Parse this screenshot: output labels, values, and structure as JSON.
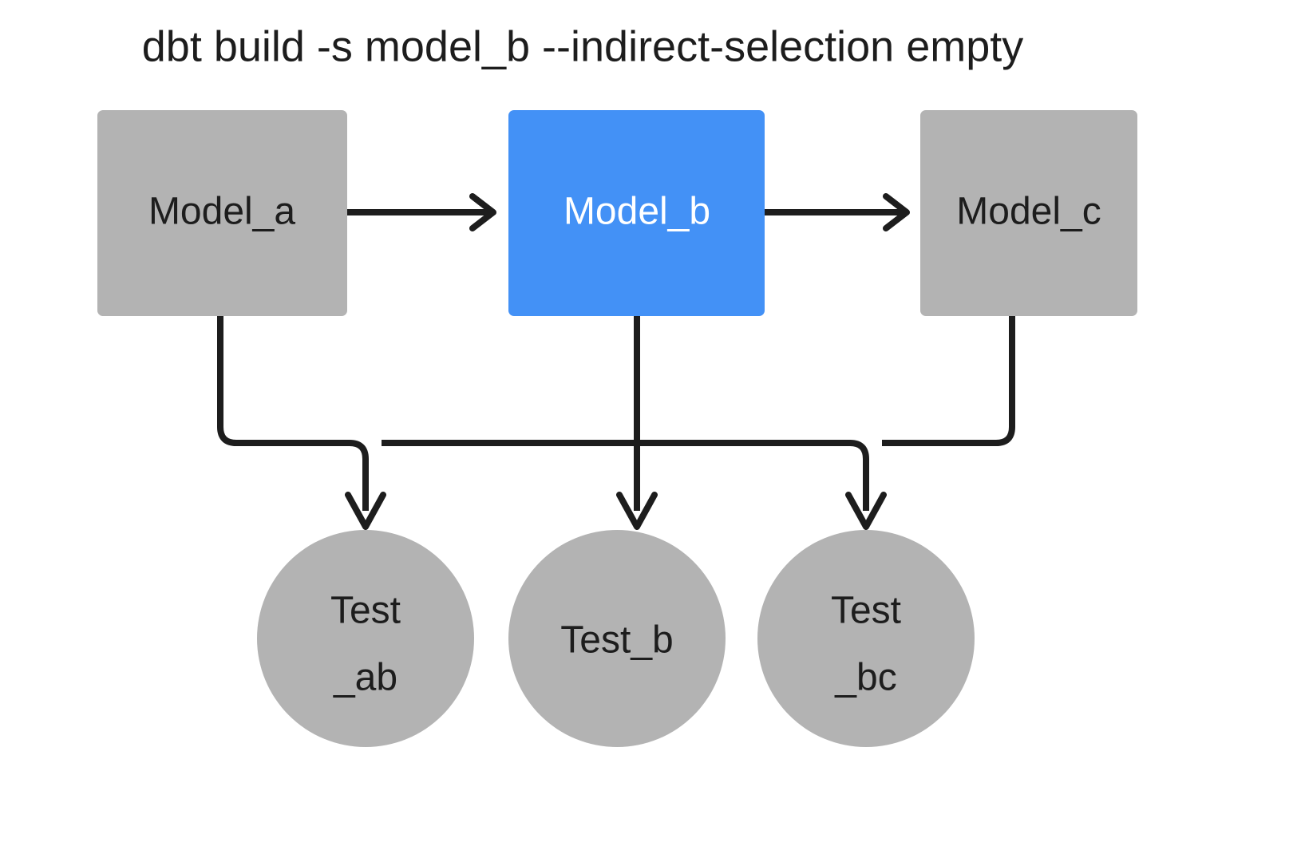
{
  "diagram": {
    "title": "dbt build -s model_b --indirect-selection empty",
    "background_color": "#FFFFFF",
    "colors": {
      "node_default": "#B3B3B3",
      "node_selected": "#4391F6",
      "edge": "#1D1D1D",
      "label_default": "#1D1D1D",
      "label_on_selected": "#FFFFFF"
    },
    "models": [
      {
        "id": "model_a",
        "label": "Model_a",
        "shape": "rectangle",
        "state": "not-selected",
        "fill": "#B3B3B3",
        "text_color": "#1D1D1D"
      },
      {
        "id": "model_b",
        "label": "Model_b",
        "shape": "rectangle",
        "state": "selected",
        "fill": "#4391F6",
        "text_color": "#FFFFFF"
      },
      {
        "id": "model_c",
        "label": "Model_c",
        "shape": "rectangle",
        "state": "not-selected",
        "fill": "#B3B3B3",
        "text_color": "#1D1D1D"
      }
    ],
    "tests": [
      {
        "id": "test_ab",
        "label": "Test\n_ab",
        "label_line1": "Test",
        "label_line2": "_ab",
        "shape": "circle",
        "state": "not-selected",
        "fill": "#B3B3B3",
        "text_color": "#1D1D1D"
      },
      {
        "id": "test_b",
        "label": "Test_b",
        "label_line1": "Test_b",
        "label_line2": "",
        "shape": "circle",
        "state": "not-selected",
        "fill": "#B3B3B3",
        "text_color": "#1D1D1D"
      },
      {
        "id": "test_bc",
        "label": "Test\n_bc",
        "label_line1": "Test",
        "label_line2": "_bc",
        "shape": "circle",
        "state": "not-selected",
        "fill": "#B3B3B3",
        "text_color": "#1D1D1D"
      }
    ],
    "edges": [
      {
        "id": "edge-model-a-model-b",
        "from": "model_a",
        "to": "model_b",
        "style": "straight-arrow"
      },
      {
        "id": "edge-model-b-model-c",
        "from": "model_b",
        "to": "model_c",
        "style": "straight-arrow"
      },
      {
        "id": "edge-model-a-test-ab",
        "from": "model_a",
        "to": "test_ab",
        "style": "elbow-arrow"
      },
      {
        "id": "edge-model-b-test-ab",
        "from": "model_b",
        "to": "test_ab",
        "style": "elbow-arrow"
      },
      {
        "id": "edge-model-b-test-b",
        "from": "model_b",
        "to": "test_b",
        "style": "straight-arrow"
      },
      {
        "id": "edge-model-b-test-bc",
        "from": "model_b",
        "to": "test_bc",
        "style": "elbow-arrow"
      },
      {
        "id": "edge-model-c-test-bc",
        "from": "model_c",
        "to": "test_bc",
        "style": "elbow-arrow"
      }
    ]
  }
}
